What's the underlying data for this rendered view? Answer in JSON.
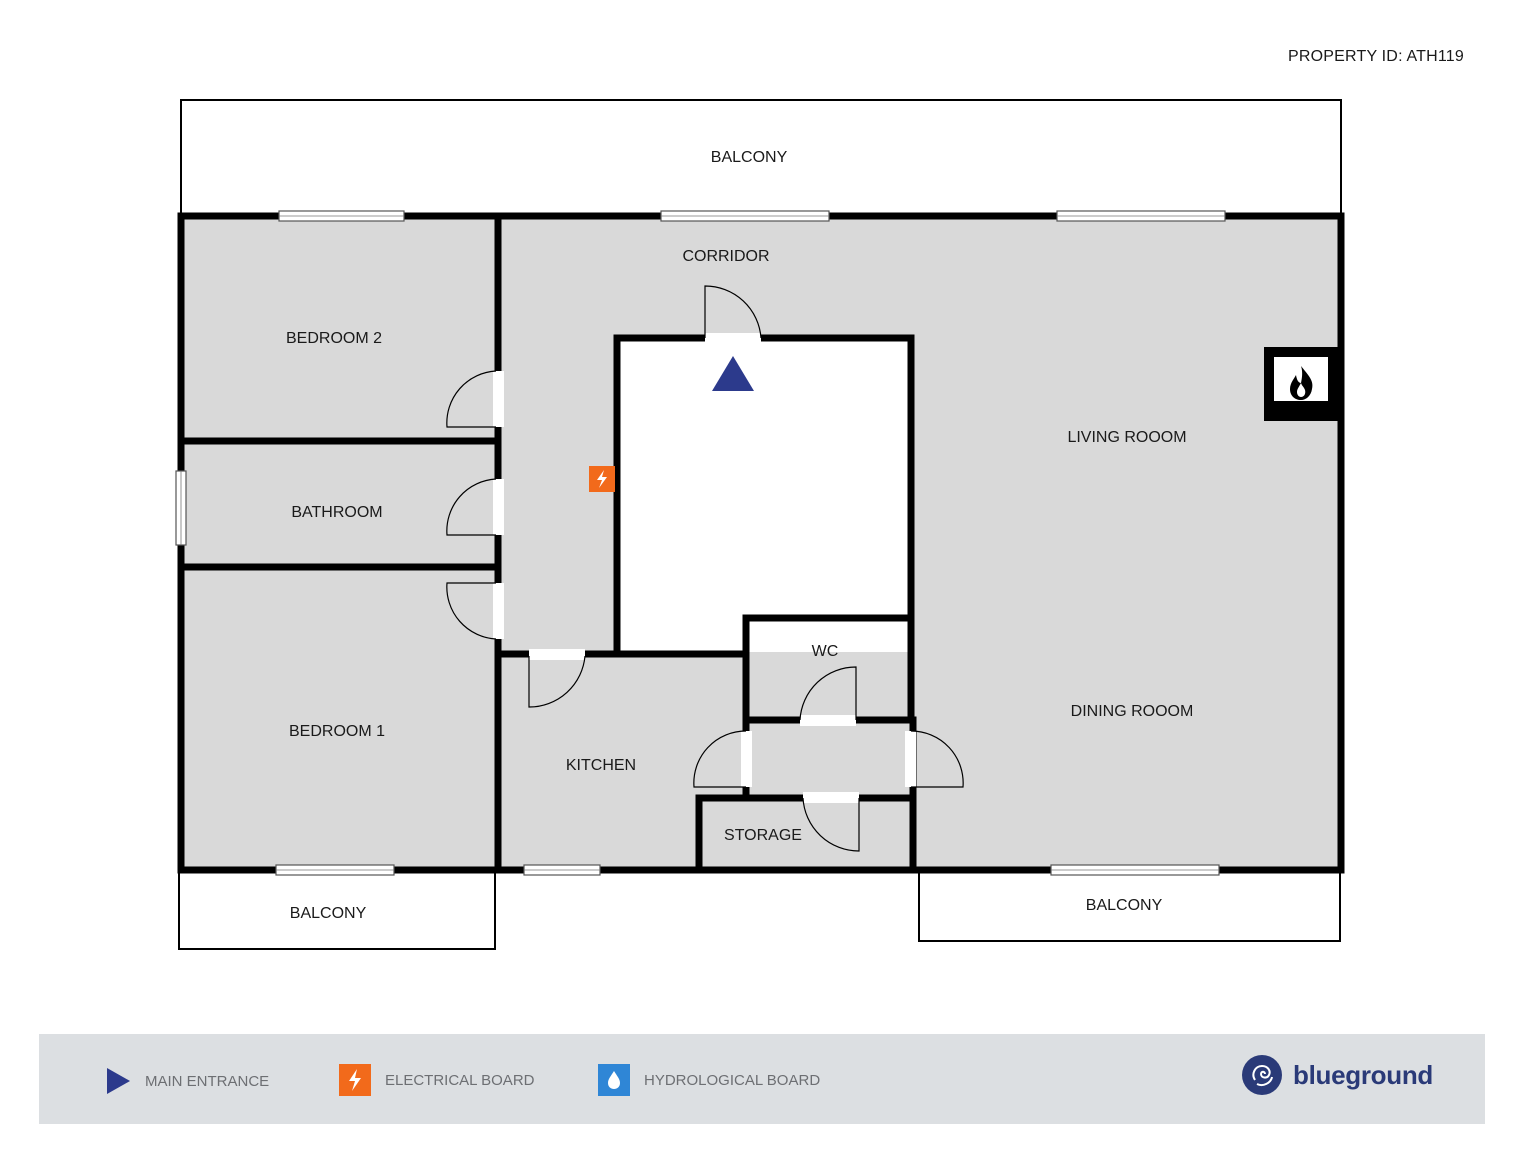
{
  "property_id": "PROPERTY ID: ATH119",
  "rooms": {
    "balcony_top": "BALCONY",
    "corridor": "CORRIDOR",
    "bedroom2": "BEDROOM 2",
    "bathroom": "BATHROOM",
    "living_room": "LIVING ROOOM",
    "wc": "WC",
    "dining_room": "DINING ROOOM",
    "bedroom1": "BEDROOM 1",
    "kitchen": "KITCHEN",
    "storage": "STORAGE",
    "balcony_bottom_left": "BALCONY",
    "balcony_bottom_right": "BALCONY"
  },
  "legend": {
    "main_entrance": "MAIN ENTRANCE",
    "electrical_board": "ELECTRICAL BOARD",
    "hydrological_board": "HYDROLOGICAL BOARD"
  },
  "brand": {
    "name": "blueground"
  },
  "colors": {
    "floor": "#d9d9d9",
    "wall": "#000000",
    "entrance": "#2c3a8c",
    "electrical": "#f26a1b",
    "hydrological": "#2f86d6",
    "legend_bg": "#dcdfe2",
    "brand": "#2a3a78"
  },
  "icons": {
    "entrance": "triangle-icon",
    "electrical": "lightning-icon",
    "hydrological": "water-drop-icon",
    "fireplace": "flame-icon"
  }
}
